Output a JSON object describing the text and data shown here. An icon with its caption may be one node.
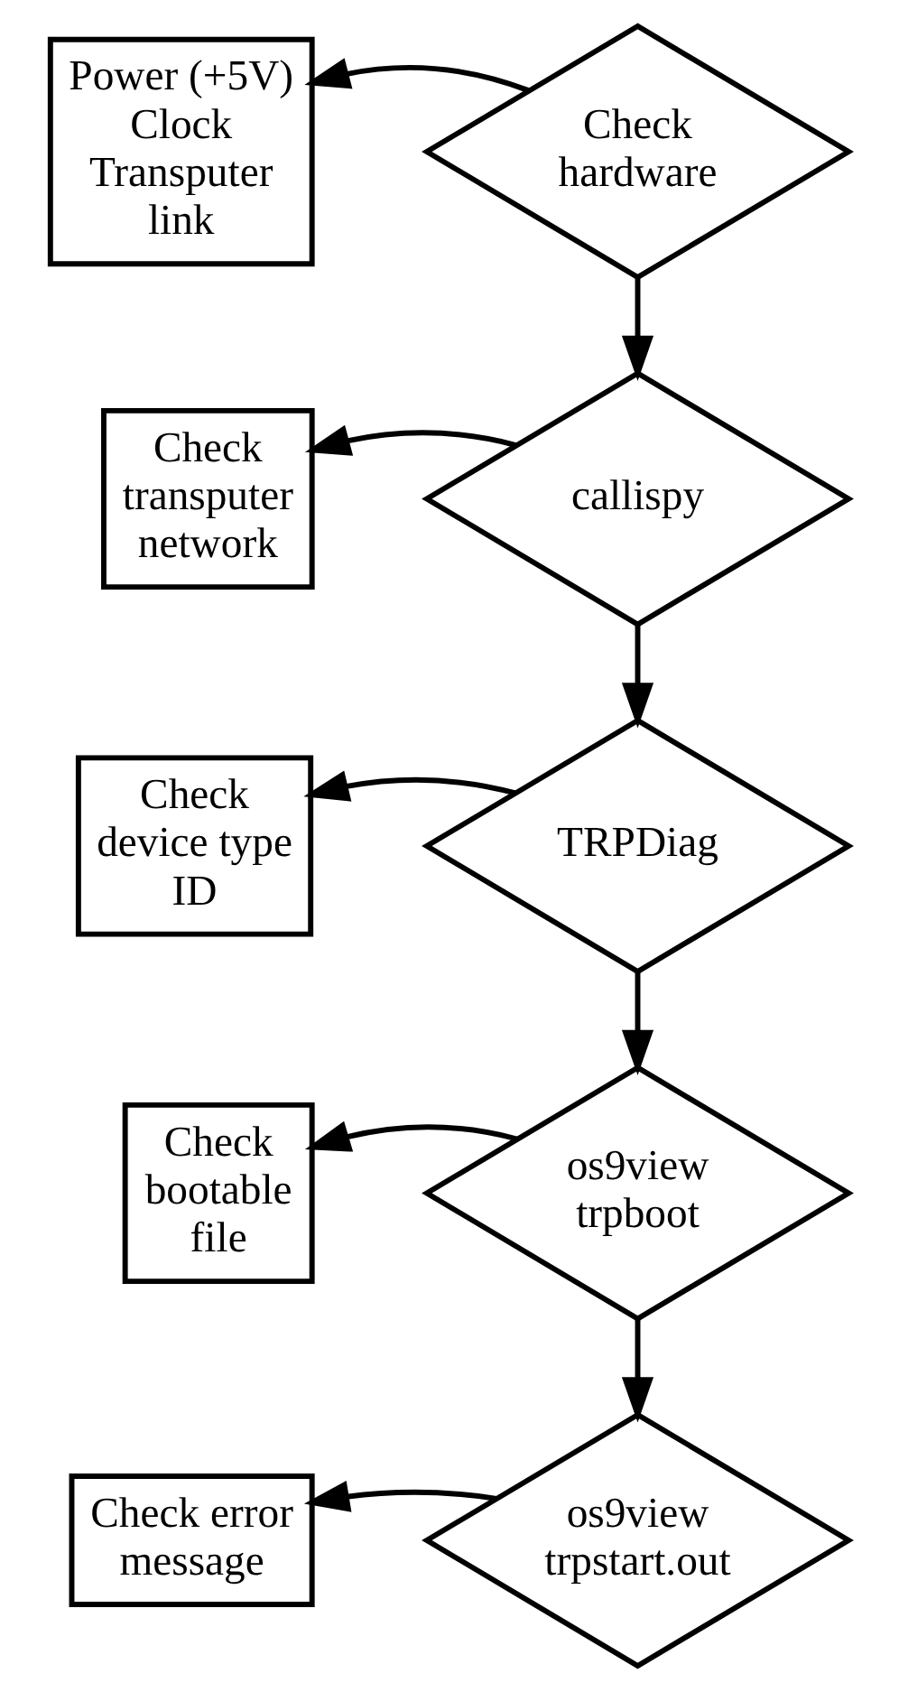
{
  "diagram": {
    "nodes": [
      {
        "text": [
          "Power (+5V)",
          "Clock",
          "Transputer link"
        ]
      },
      {
        "text": [
          "Check hardware"
        ]
      },
      {
        "text": [
          "Check transputer network"
        ]
      },
      {
        "text": [
          "callispy"
        ]
      },
      {
        "text": [
          "Check device type ID"
        ]
      },
      {
        "text": [
          "TRPDiag"
        ]
      },
      {
        "text": [
          "Check bootable file"
        ]
      },
      {
        "text": [
          "os9view trpboot"
        ]
      },
      {
        "text": [
          "Check error message"
        ]
      },
      {
        "text": [
          "os9view trpstart.out"
        ]
      }
    ],
    "edges": [
      {
        "from": 1,
        "to": 0,
        "arrow": "to"
      },
      {
        "from": 1,
        "to": 3,
        "arrow": "to"
      },
      {
        "from": 3,
        "to": 2,
        "arrow": "to"
      },
      {
        "from": 3,
        "to": 5,
        "arrow": "to"
      },
      {
        "from": 5,
        "to": 4,
        "arrow": "to"
      },
      {
        "from": 5,
        "to": 7,
        "arrow": "to"
      },
      {
        "from": 7,
        "to": 6,
        "arrow": "to"
      },
      {
        "from": 7,
        "to": 9,
        "arrow": "to"
      },
      {
        "from": 9,
        "to": 8,
        "arrow": "to"
      }
    ]
  }
}
